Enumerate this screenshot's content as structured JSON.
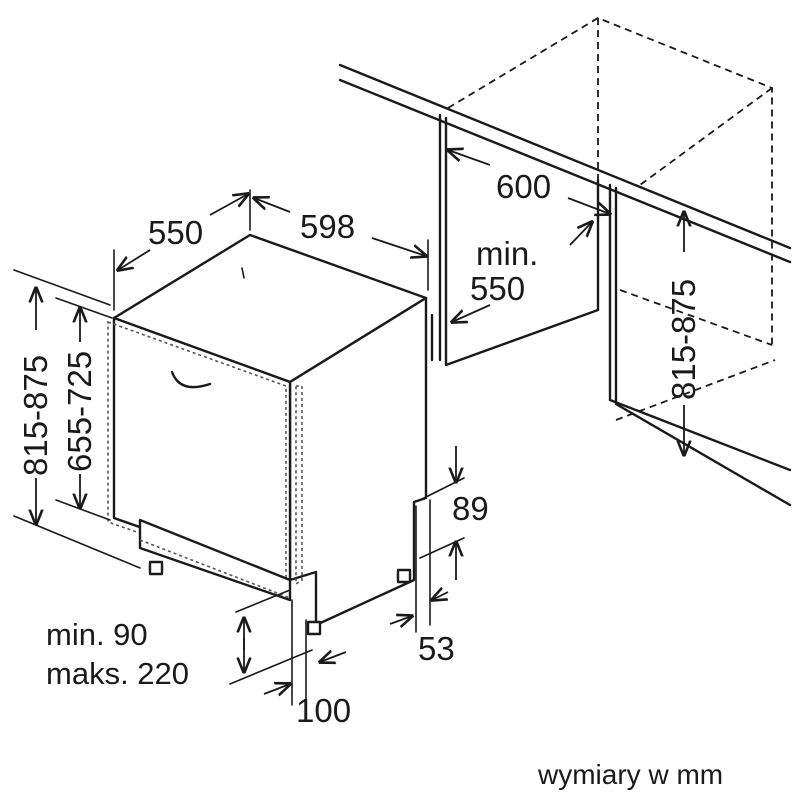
{
  "dimensions": {
    "depth": "550",
    "width": "598",
    "niche_width": "600",
    "niche_depth_line1": "min.",
    "niche_depth_line2": "550",
    "height_left": "815-875",
    "height_panel": "655-725",
    "height_niche": "815-875",
    "plinth_top": "89",
    "plinth_bottom": "53",
    "adjust_line1": "min. 90",
    "adjust_line2": "maks. 220",
    "foot_offset": "100"
  },
  "caption": "wymiary w mm"
}
